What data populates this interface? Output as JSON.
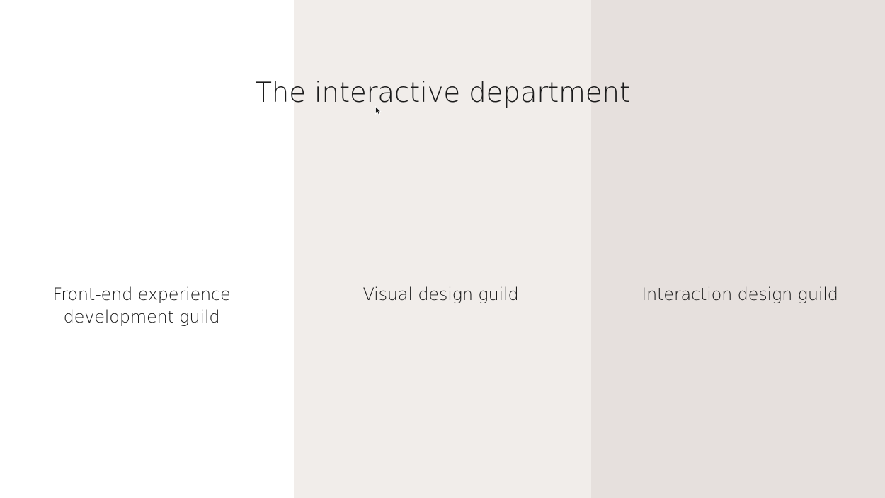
{
  "slide": {
    "title": "The interactive department",
    "columns": [
      {
        "label_line1": "Front-end experience",
        "label_line2": "development guild",
        "bg": "#ffffff"
      },
      {
        "label_line1": "Visual design guild",
        "bg": "#f1edea"
      },
      {
        "label_line1": "Interaction design guild",
        "bg": "#e6e0dd"
      }
    ]
  },
  "cursor": {
    "icon": "mouse-pointer-icon"
  }
}
